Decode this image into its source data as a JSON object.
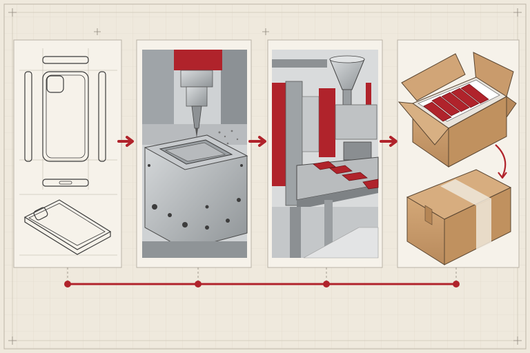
{
  "diagram": {
    "steps": [
      {
        "id": "design",
        "icon": "phone-case-blueprint-icon"
      },
      {
        "id": "mold-machining",
        "icon": "cnc-machining-icon"
      },
      {
        "id": "injection-molding",
        "icon": "injection-molding-icon"
      },
      {
        "id": "packaging",
        "icon": "shipping-box-icon"
      }
    ],
    "colors": {
      "background": "#efe9dd",
      "paper": "#f6f2ea",
      "ink": "#3b3b3b",
      "accent_red": "#b0232b",
      "steel": "#a9adb1",
      "cardboard": "#c79a6a"
    }
  }
}
